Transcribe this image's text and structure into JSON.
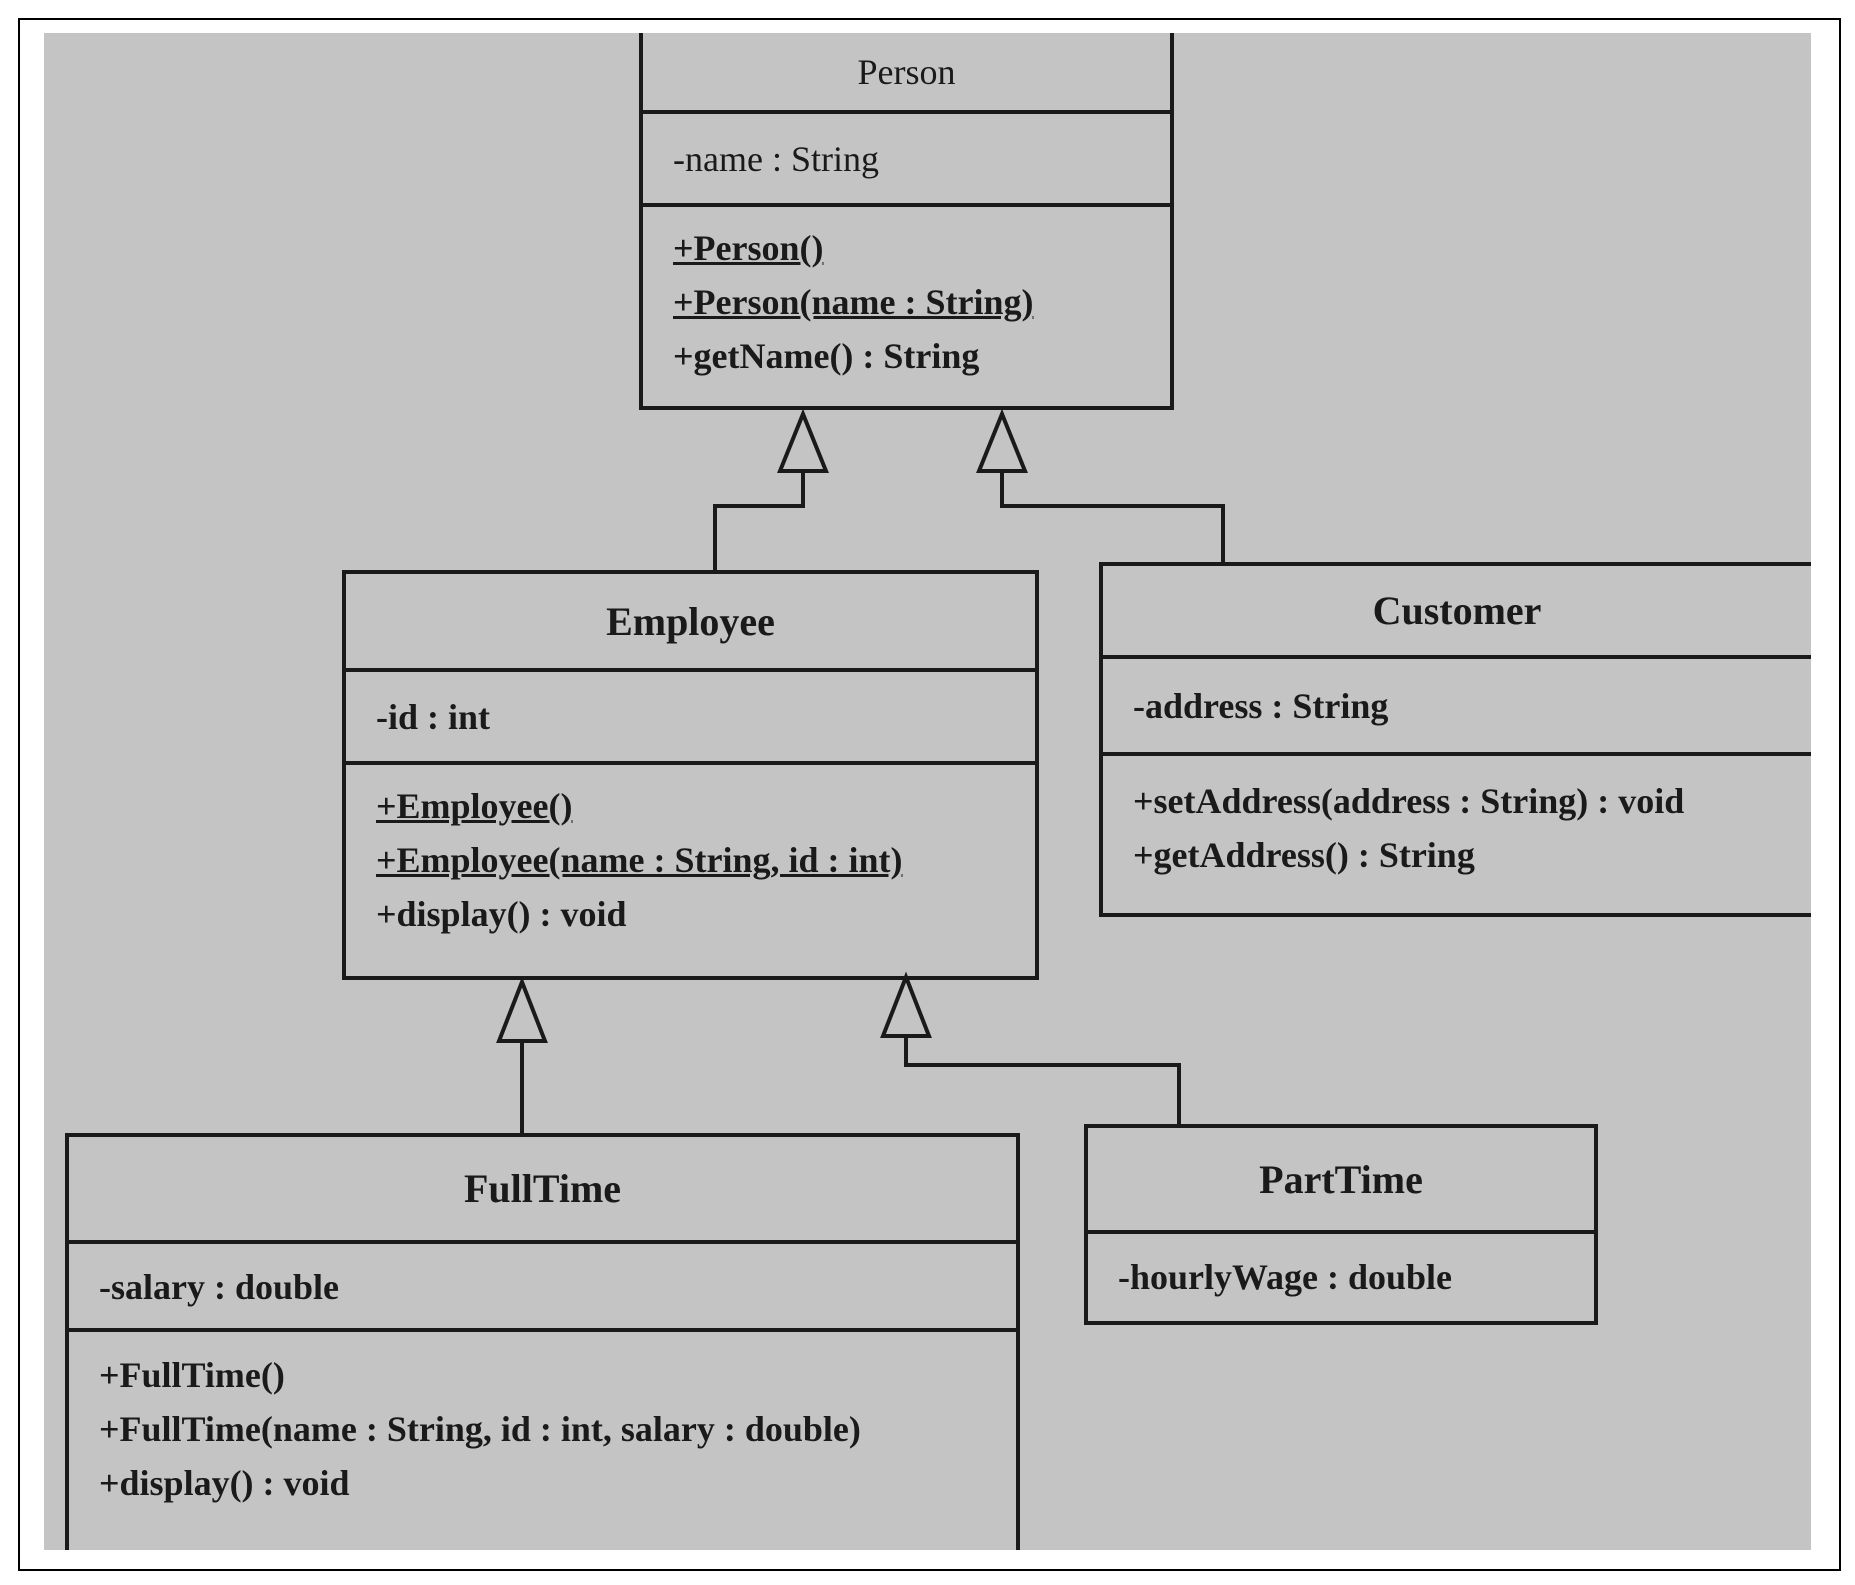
{
  "classes": {
    "person": {
      "name": "Person",
      "attributes": [
        "-name : String"
      ],
      "methods": [
        "+Person()",
        "+Person(name : String)",
        "+getName() : String"
      ]
    },
    "employee": {
      "name": "Employee",
      "attributes": [
        "-id : int"
      ],
      "methods": [
        "+Employee()",
        "+Employee(name : String, id : int)",
        "+display() : void"
      ]
    },
    "customer": {
      "name": "Customer",
      "attributes": [
        "-address : String"
      ],
      "methods": [
        "+setAddress(address : String) : void",
        "+getAddress() : String"
      ]
    },
    "fulltime": {
      "name": "FullTime",
      "attributes": [
        "-salary : double"
      ],
      "methods": [
        "+FullTime()",
        "+FullTime(name : String, id : int, salary : double)",
        "+display() : void"
      ]
    },
    "parttime": {
      "name": "PartTime",
      "attributes": [
        "-hourlyWage : double"
      ]
    }
  },
  "relations": [
    {
      "type": "generalization",
      "from": "Employee",
      "to": "Person"
    },
    {
      "type": "generalization",
      "from": "Customer",
      "to": "Person"
    },
    {
      "type": "generalization",
      "from": "FullTime",
      "to": "Employee"
    },
    {
      "type": "generalization",
      "from": "PartTime",
      "to": "Employee"
    }
  ]
}
